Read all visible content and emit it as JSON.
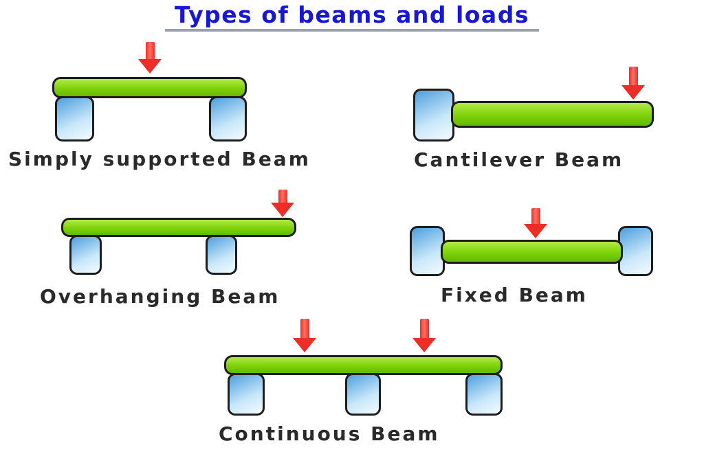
{
  "title": "Types of beams and loads",
  "diagrams": [
    {
      "label": "Simply supported Beam",
      "supports": 2,
      "loads": 1
    },
    {
      "label": "Cantilever Beam",
      "supports": 1,
      "loads": 1
    },
    {
      "label": "Overhanging Beam",
      "supports": 2,
      "loads": 1
    },
    {
      "label": "Fixed Beam",
      "supports": 2,
      "loads": 1
    },
    {
      "label": "Continuous Beam",
      "supports": 3,
      "loads": 2
    }
  ],
  "colors": {
    "title_blue": "#1717d6",
    "underline_gray": "#98a0ac",
    "beam_green_light": "#b2ea46",
    "beam_green": "#7ed20a",
    "beam_green_dark": "#65b700",
    "support_blue": "#4e9fdd",
    "support_blue_light": "#c9e7fa",
    "arrow_red": "#ee2d26",
    "label_dark": "#2a2a2a",
    "outline": "#1d1d1d"
  }
}
